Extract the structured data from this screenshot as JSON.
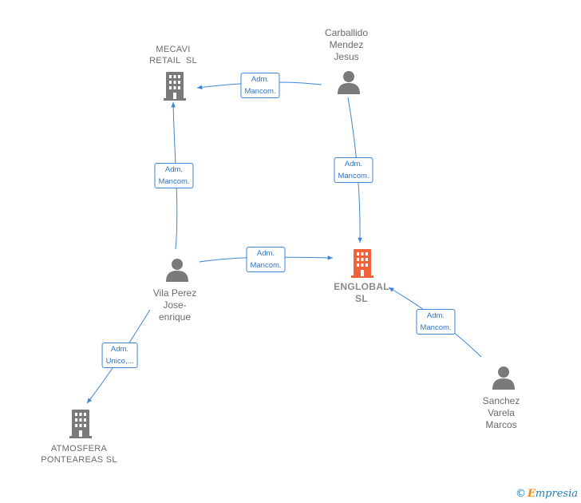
{
  "colors": {
    "edge": "#3d85d6",
    "person": "#7a7a7a",
    "company": "#7a7a7a",
    "company_main": "#f0623a"
  },
  "nodes": {
    "mecavi": {
      "lines": [
        "MECAVI",
        "RETAIL  SL"
      ],
      "icon": "building-icon"
    },
    "englobal": {
      "lines": [
        "ENGLOBAL",
        "SL"
      ],
      "icon": "building-icon"
    },
    "atmosfera": {
      "lines": [
        "ATMOSFERA",
        "PONTEAREAS SL"
      ],
      "icon": "building-icon"
    },
    "carballido": {
      "lines": [
        "Carballido",
        "Mendez",
        "Jesus"
      ],
      "icon": "person-icon"
    },
    "vila": {
      "lines": [
        "Vila Perez",
        "Jose-",
        "enrique"
      ],
      "icon": "person-icon"
    },
    "sanchez": {
      "lines": [
        "Sanchez",
        "Varela",
        "Marcos"
      ],
      "icon": "person-icon"
    }
  },
  "edges": {
    "carballido_mecavi": [
      "Adm.",
      "Mancom."
    ],
    "carballido_englobal": [
      "Adm.",
      "Mancom."
    ],
    "vila_mecavi": [
      "Adm.",
      "Mancom."
    ],
    "vila_englobal": [
      "Adm.",
      "Mancom."
    ],
    "vila_atmosfera": [
      "Adm.",
      "Unico,..."
    ],
    "sanchez_englobal": [
      "Adm.",
      "Mancom."
    ]
  },
  "brand": {
    "copyright": "©",
    "first": "E",
    "rest": "mpresia"
  }
}
